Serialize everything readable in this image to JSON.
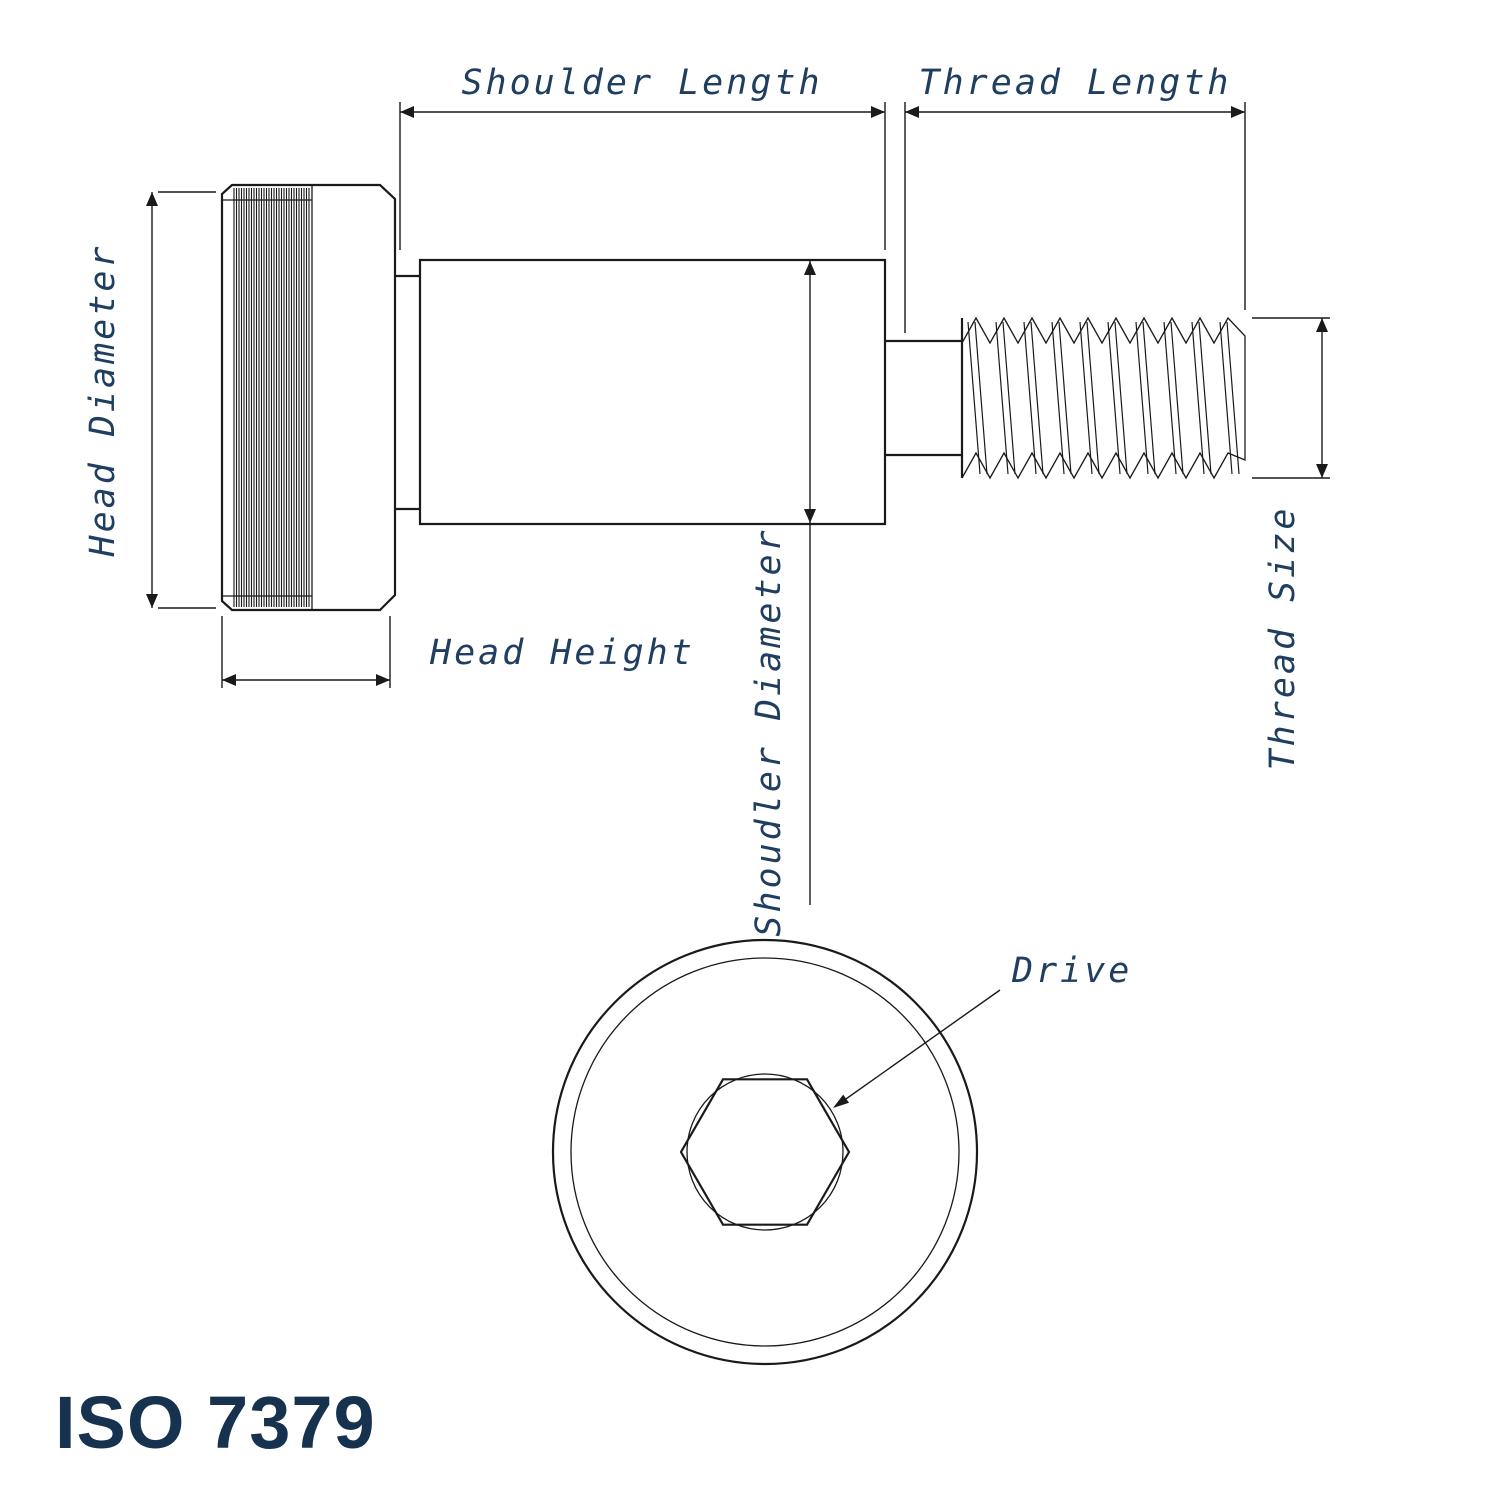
{
  "title": "ISO 7379",
  "colors": {
    "line": "#1a1a1a",
    "dimension_text": "#1f3e60",
    "title_text": "#16324e",
    "background": "#ffffff"
  },
  "dimensions": {
    "shoulder_length": "Shoulder Length",
    "thread_length": "Thread Length",
    "head_diameter": "Head Diameter",
    "head_height": "Head Height",
    "shoulder_diameter": "Shoudler Diameter",
    "thread_size": "Thread Size",
    "drive": "Drive"
  }
}
